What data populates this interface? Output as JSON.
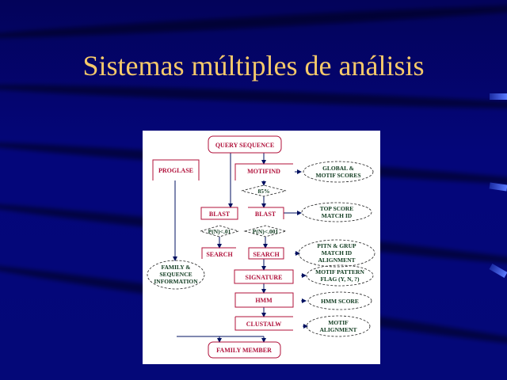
{
  "title": "Sistemas múltiples de análisis",
  "diagram": {
    "query": "QUERY SEQUENCE",
    "proglase": "PROGLASE",
    "motifind": "MOTIFIND",
    "global1": "GLOBAL &",
    "global2": "MOTIF SCORES",
    "d85": "85%",
    "blast_left": "BLAST",
    "blast_right": "BLAST",
    "top1": "TOP SCORE",
    "top2": "MATCH ID",
    "dpn1": "P(N)<.01",
    "dpn2": "P(N)<.001",
    "search_left": "SEARCH",
    "search_right": "SEARCH",
    "pitn1": "PITN & GRUP",
    "pitn2": "MATCH ID",
    "pitn3": "ALIGNMENT",
    "fam1": "FAMILY &",
    "fam2": "SEQUENCE",
    "fam3": "INFORMATION",
    "signature": "SIGNATURE",
    "mp1": "MOTIF PATTERN",
    "mp2": "FLAG (Y, N, ?)",
    "hmm": "HMM",
    "hmmscore": "HMM SCORE",
    "clustalw": "CLUSTALW",
    "ma1": "MOTIF",
    "ma2": "ALIGNMENT",
    "family_member": "FAMILY MEMBER"
  }
}
